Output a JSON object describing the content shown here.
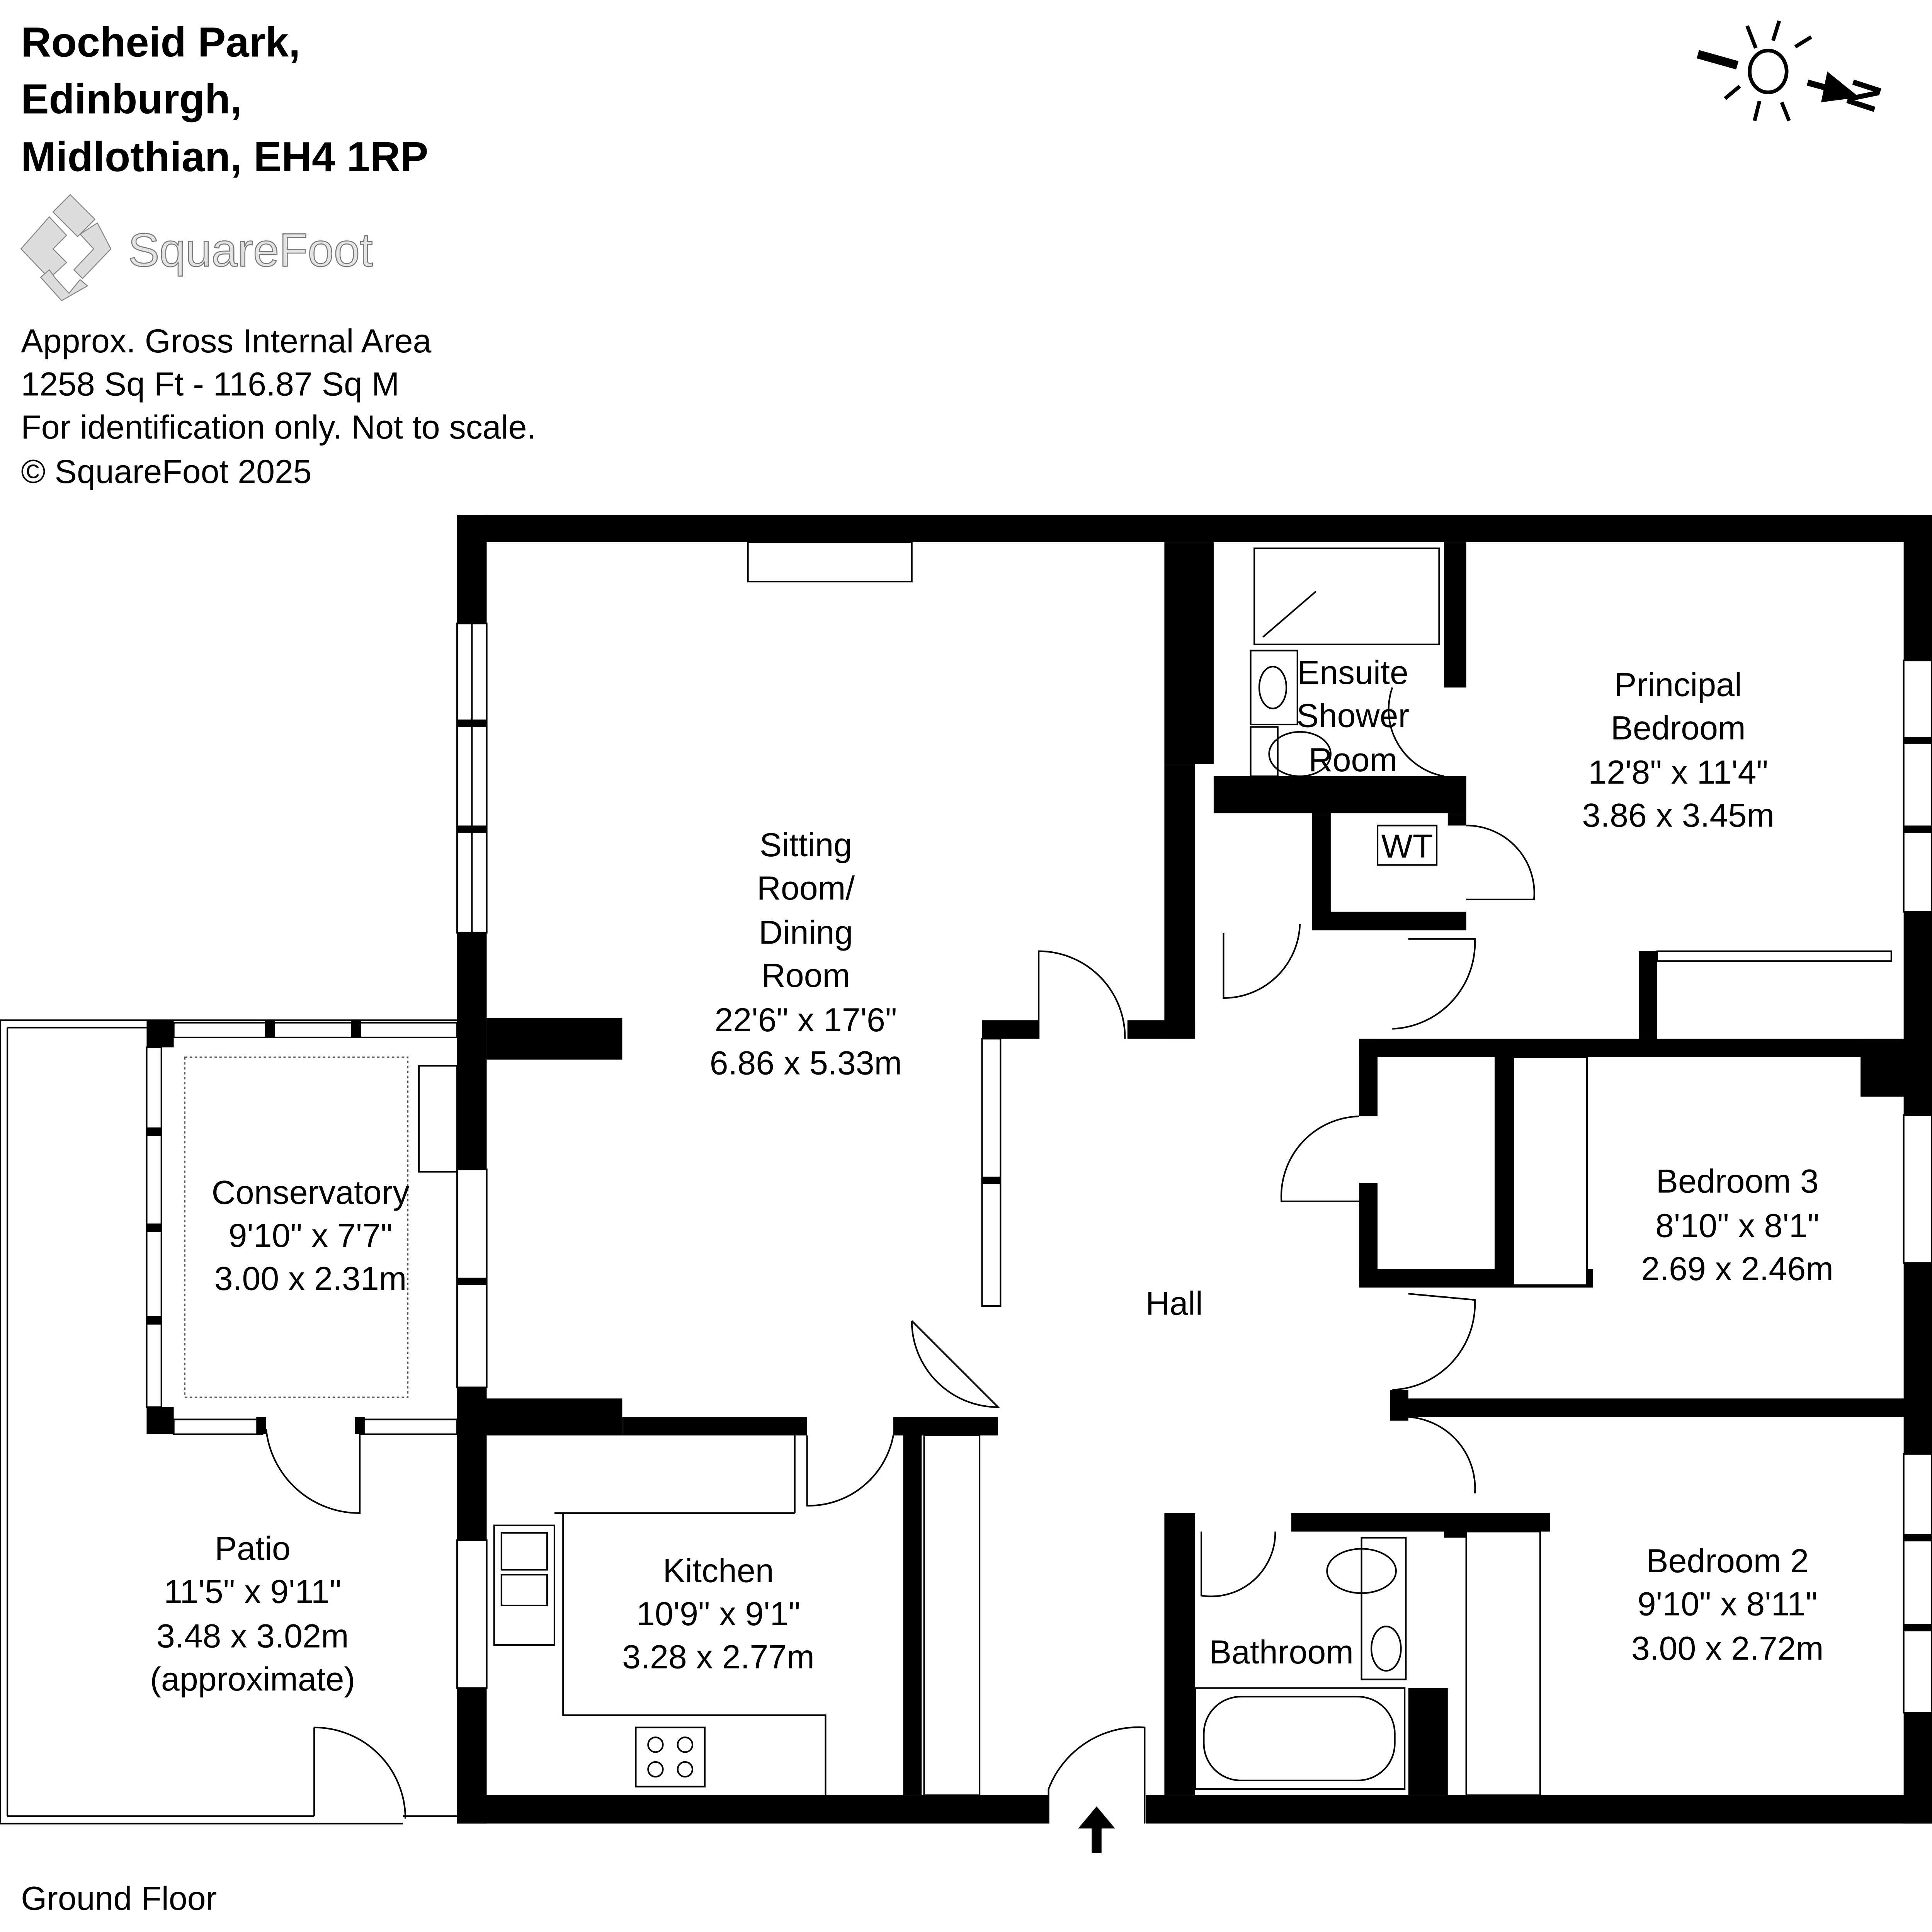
{
  "header": {
    "address_lines": [
      "Rocheid Park,",
      "Edinburgh,",
      "Midlothian, EH4 1RP"
    ],
    "logo_text": "SquareFoot",
    "info_lines": [
      "Approx. Gross Internal Area",
      "1258 Sq Ft  -  116.87 Sq M",
      "For identification only. Not to scale.",
      "© SquareFoot 2025"
    ]
  },
  "compass": {
    "icon": "sun-north-arrow-icon",
    "label": "N"
  },
  "rooms": {
    "sitting": [
      "Sitting",
      "Room/",
      "Dining",
      "Room",
      "22'6\" x 17'6\"",
      "6.86 x 5.33m"
    ],
    "ensuite": [
      "Ensuite",
      "Shower",
      "Room"
    ],
    "wt": "WT",
    "principal": [
      "Principal",
      "Bedroom",
      "12'8\" x 11'4\"",
      "3.86 x 3.45m"
    ],
    "conservatory": [
      "Conservatory",
      "9'10\" x 7'7\"",
      "3.00 x 2.31m"
    ],
    "hall": "Hall",
    "bedroom3": [
      "Bedroom 3",
      "8'10\" x 8'1\"",
      "2.69 x 2.46m"
    ],
    "patio": [
      "Patio",
      "11'5\" x 9'11\"",
      "3.48 x 3.02m",
      "(approximate)"
    ],
    "kitchen": [
      "Kitchen",
      "10'9\" x 9'1\"",
      "3.28 x 2.77m"
    ],
    "bathroom": "Bathroom",
    "bedroom2": [
      "Bedroom 2",
      "9'10\" x 8'11\"",
      "3.00 x 2.72m"
    ]
  },
  "footer": {
    "floor_label": "Ground Floor"
  }
}
